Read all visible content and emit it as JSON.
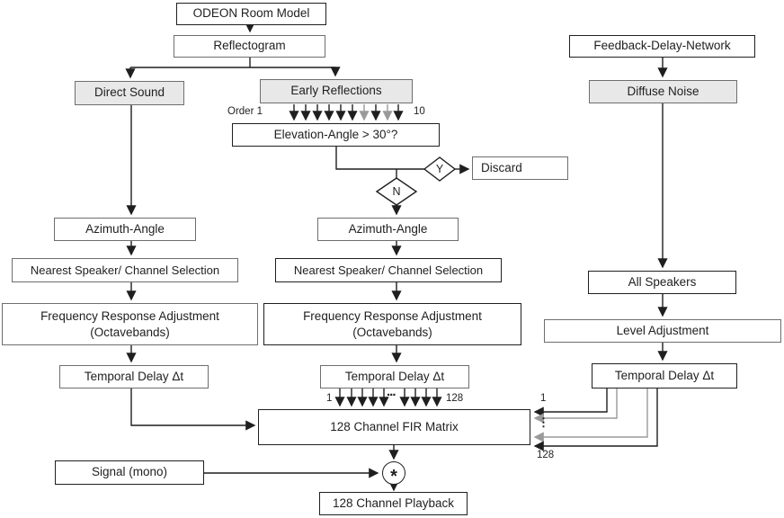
{
  "diagram": {
    "nodes": {
      "odeon_room_model": "ODEON Room Model",
      "reflectogram": "Reflectogram",
      "direct_sound": "Direct Sound",
      "early_reflections": "Early Reflections",
      "elevation_check": "Elevation-Angle > 30°?",
      "decision_yes": "Y",
      "decision_no": "N",
      "discard": "Discard",
      "azimuth_angle": "Azimuth-Angle",
      "nearest_speaker": "Nearest Speaker/ Channel Selection",
      "frequency_response_line1": "Frequency Response Adjustment",
      "frequency_response_line2": "(Octavebands)",
      "temporal_delay": "Temporal Delay Δt",
      "feedback_delay_network": "Feedback-Delay-Network",
      "diffuse_noise": "Diffuse Noise",
      "all_speakers": "All Speakers",
      "level_adjustment": "Level Adjustment",
      "fir_matrix": "128 Channel FIR Matrix",
      "signal_mono": "Signal (mono)",
      "convolution_symbol": "*",
      "playback": "128 Channel Playback"
    },
    "annotations": {
      "order_first": "Order 1",
      "order_last": "10",
      "mid_channel_first": "1",
      "mid_channel_last": "128",
      "mid_ellipsis": "...",
      "right_channel_first": "1",
      "right_channel_last": "128",
      "right_ellipsis": "⋮"
    },
    "colors": {
      "shaded_fill": "#e8e8e8",
      "border_dark": "#1f1f1f",
      "border_gray": "#6e6e6e",
      "line_dark": "#1f1f1f",
      "line_gray": "#9a9a9a"
    }
  }
}
